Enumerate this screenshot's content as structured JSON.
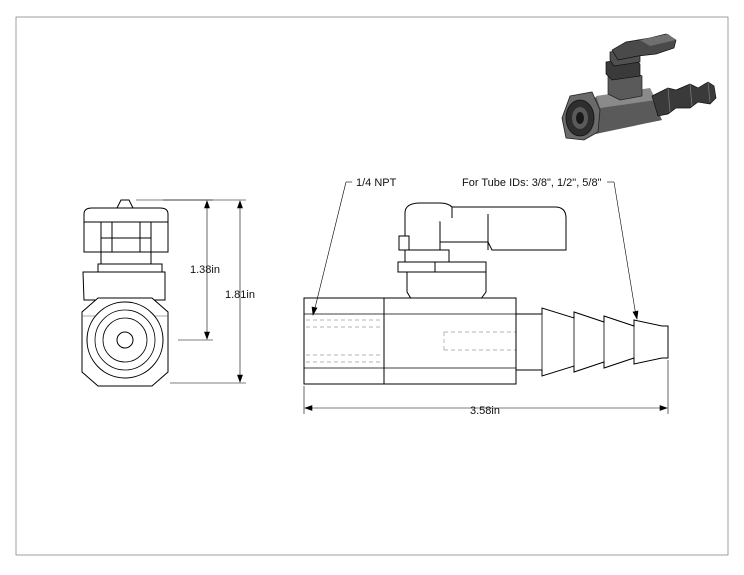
{
  "dimensions": {
    "height_body": "1.38in",
    "height_overall": "1.81in",
    "length_overall": "3.58in"
  },
  "callouts": {
    "thread": "1/4 NPT",
    "tube": "For Tube IDs: 3/8\", 1/2\", 5/8\""
  },
  "colors": {
    "line": "#000000",
    "part_fill": "#ffffff",
    "hidden_line": "#9a9a9a",
    "render_dark": "#3a3a3a"
  }
}
